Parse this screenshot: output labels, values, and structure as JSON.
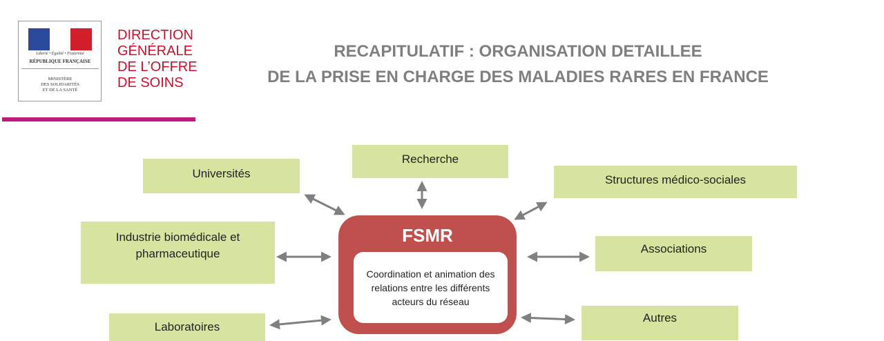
{
  "logo": {
    "motto": "Liberté • Égalité • Fraternité",
    "republic": "RÉPUBLIQUE FRANÇAISE",
    "ministry": [
      "MINISTÈRE",
      "DES SOLIDARITÉS",
      "ET DE LA SANTÉ"
    ]
  },
  "org": [
    "DIRECTION",
    "GÉNÉRALE",
    "DE L’OFFRE",
    "DE SOINS"
  ],
  "title": [
    "RECAPITULATIF  : ORGANISATION DETAILLEE",
    "DE LA PRISE EN CHARGE DES MALADIES RARES EN FRANCE"
  ],
  "center": {
    "title": "FSMR",
    "description": "Coordination  et animation des relations entre les différents acteurs du réseau"
  },
  "nodes": {
    "universites": "Universités",
    "recherche": "Recherche",
    "structures": "Structures médico-sociales",
    "industrie": "Industrie biomédicale et pharmaceutique",
    "associations": "Associations",
    "laboratoires": "Laboratoires",
    "autres": "Autres"
  },
  "colors": {
    "node": "#d7e4a0",
    "center": "#c0504d",
    "arrow": "#808080",
    "accent": "#c01a7e"
  }
}
